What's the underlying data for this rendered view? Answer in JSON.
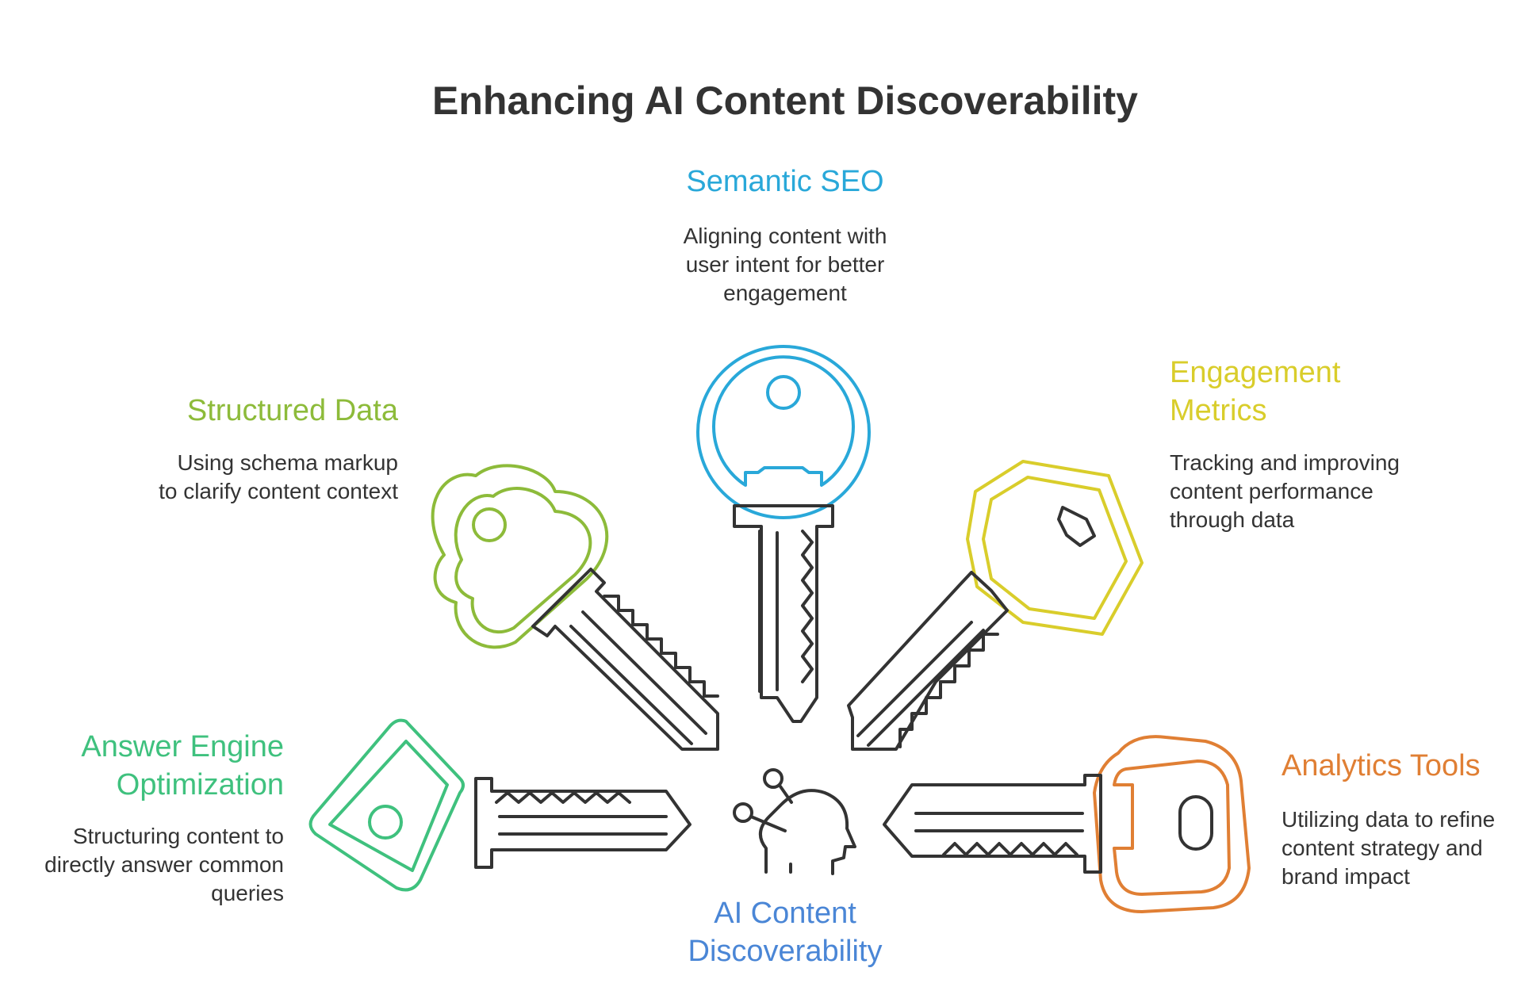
{
  "title": "Enhancing AI Content Discoverability",
  "colors": {
    "semantic_seo": "#29a8d9",
    "structured_data": "#8dbb3a",
    "engagement_metrics": "#d9cd2b",
    "answer_engine": "#3fc17e",
    "analytics_tools": "#e07f34",
    "center": "#4a86d6",
    "key_body": "#333333"
  },
  "center": {
    "label": "AI Content Discoverability",
    "icon": "head-with-nodes-icon"
  },
  "items": {
    "semantic_seo": {
      "label": "Semantic SEO",
      "description": "Aligning content with user intent for better engagement",
      "icon": "round-key-icon"
    },
    "structured_data": {
      "label": "Structured Data",
      "description": "Using schema markup to clarify content context",
      "icon": "cloud-key-icon"
    },
    "engagement_metrics": {
      "label": "Engagement Metrics",
      "description": "Tracking and improving content performance through data",
      "icon": "hexagon-key-icon"
    },
    "answer_engine": {
      "label": "Answer Engine Optimization",
      "description": "Structuring content to directly answer common queries",
      "icon": "diamond-key-icon"
    },
    "analytics_tools": {
      "label": "Analytics Tools",
      "description": "Utilizing data to refine content strategy and brand impact",
      "icon": "square-key-icon"
    }
  }
}
